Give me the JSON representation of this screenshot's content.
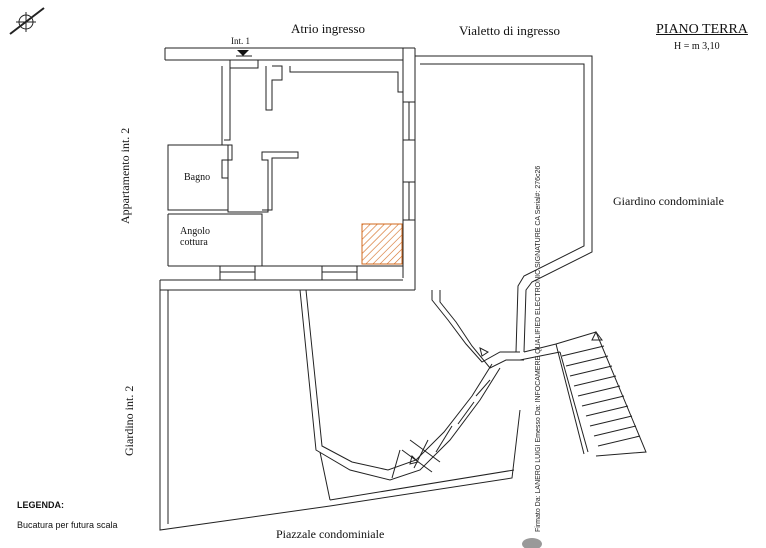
{
  "header": {
    "title": "PIANO TERRA",
    "height": "H = m 3,10"
  },
  "labels": {
    "atrio": "Atrio ingresso",
    "vialetto": "Vialetto di ingresso",
    "giardino_condominiale": "Giardino condominiale",
    "appartamento": "Appartamento int. 2",
    "giardino_int2": "Giardino int. 2",
    "piazzale": "Piazzale condominiale",
    "bagno": "Bagno",
    "angolo_line1": "Angolo",
    "angolo_line2": "cottura",
    "int1": "Int. 1"
  },
  "legend": {
    "heading": "LEGENDA:",
    "item": "Bucatura per futura scala",
    "hatch_color": "#d2691e"
  },
  "signature": "Firmato Da: LANERO LUIGI Emesso Da: INFOCAMERE QUALIFIED ELECTRONIC SIGNATURE CA Serial#: 276c26",
  "icons": {
    "north_arrow": "compass-north-arrow",
    "entrance_marker": "triangle-down-marker"
  }
}
